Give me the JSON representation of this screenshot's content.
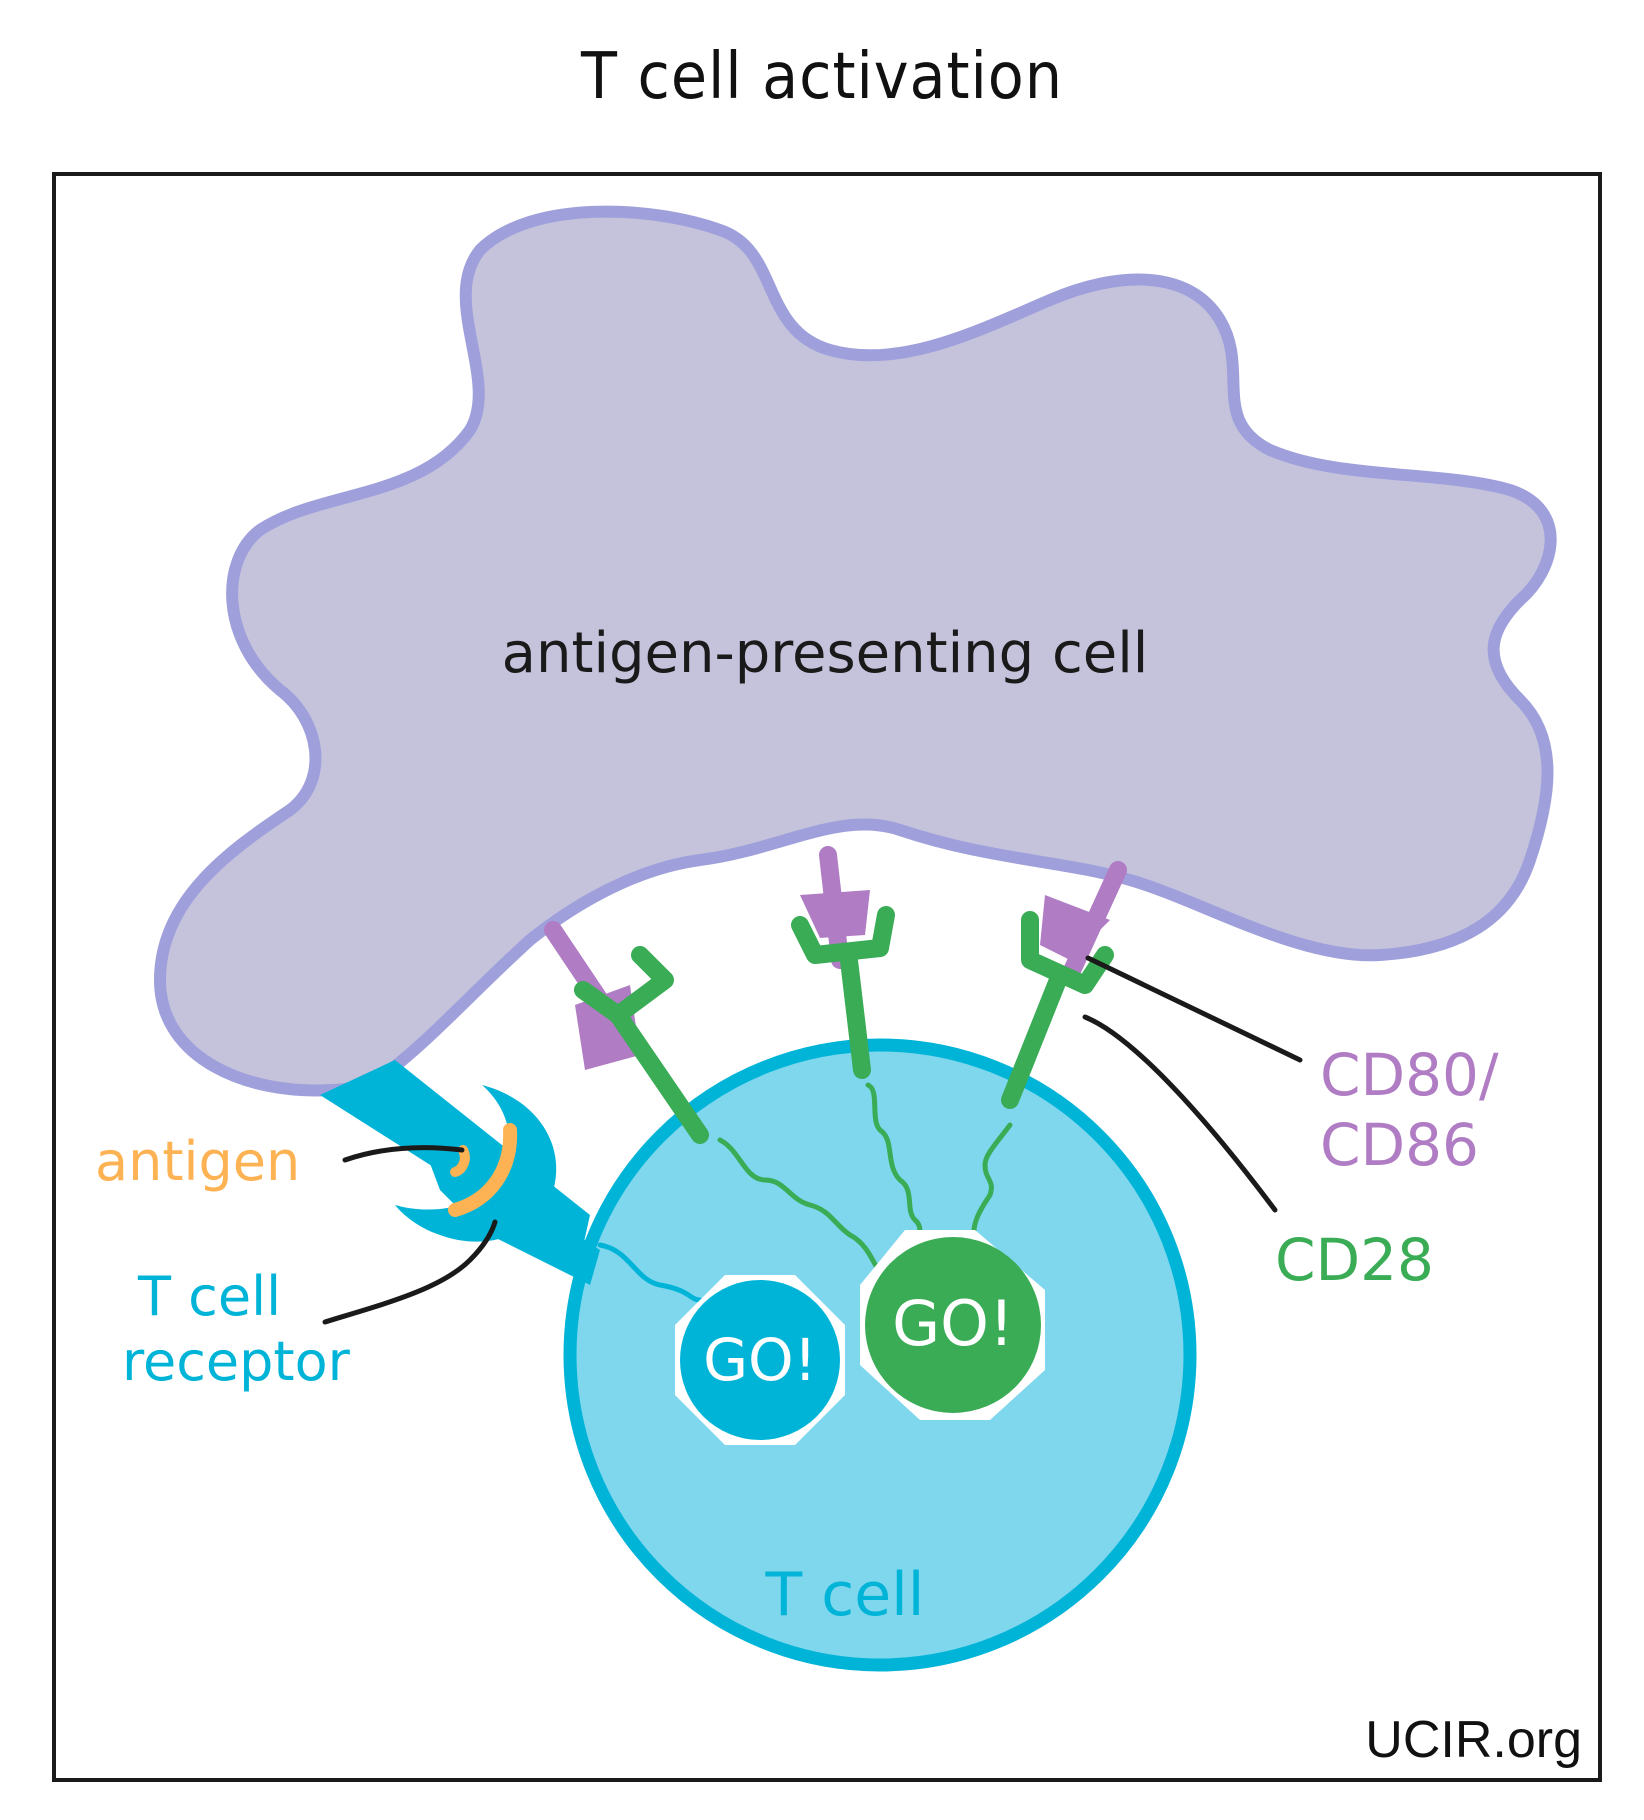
{
  "title": "T cell activation",
  "credit": "UCIR.org",
  "labels": {
    "apc": "antigen-presenting cell",
    "antigen": "antigen",
    "tcr_line1": "T cell",
    "tcr_line2": "receptor",
    "cd80_line1": "CD80/",
    "cd80_line2": "CD86",
    "cd28": "CD28",
    "tcell": "T cell",
    "go_blue": "GO!",
    "go_green": "GO!"
  },
  "colors": {
    "apc_fill": "#c5c3dc",
    "apc_outline": "#9fa0db",
    "tcell_fill": "#7fd7ee",
    "tcell_outline": "#00b4d8",
    "tcr": "#00b4d8",
    "antigen": "#fdb354",
    "cd80": "#b07cc4",
    "cd28": "#3aac55",
    "leader": "#1a1a1a"
  }
}
